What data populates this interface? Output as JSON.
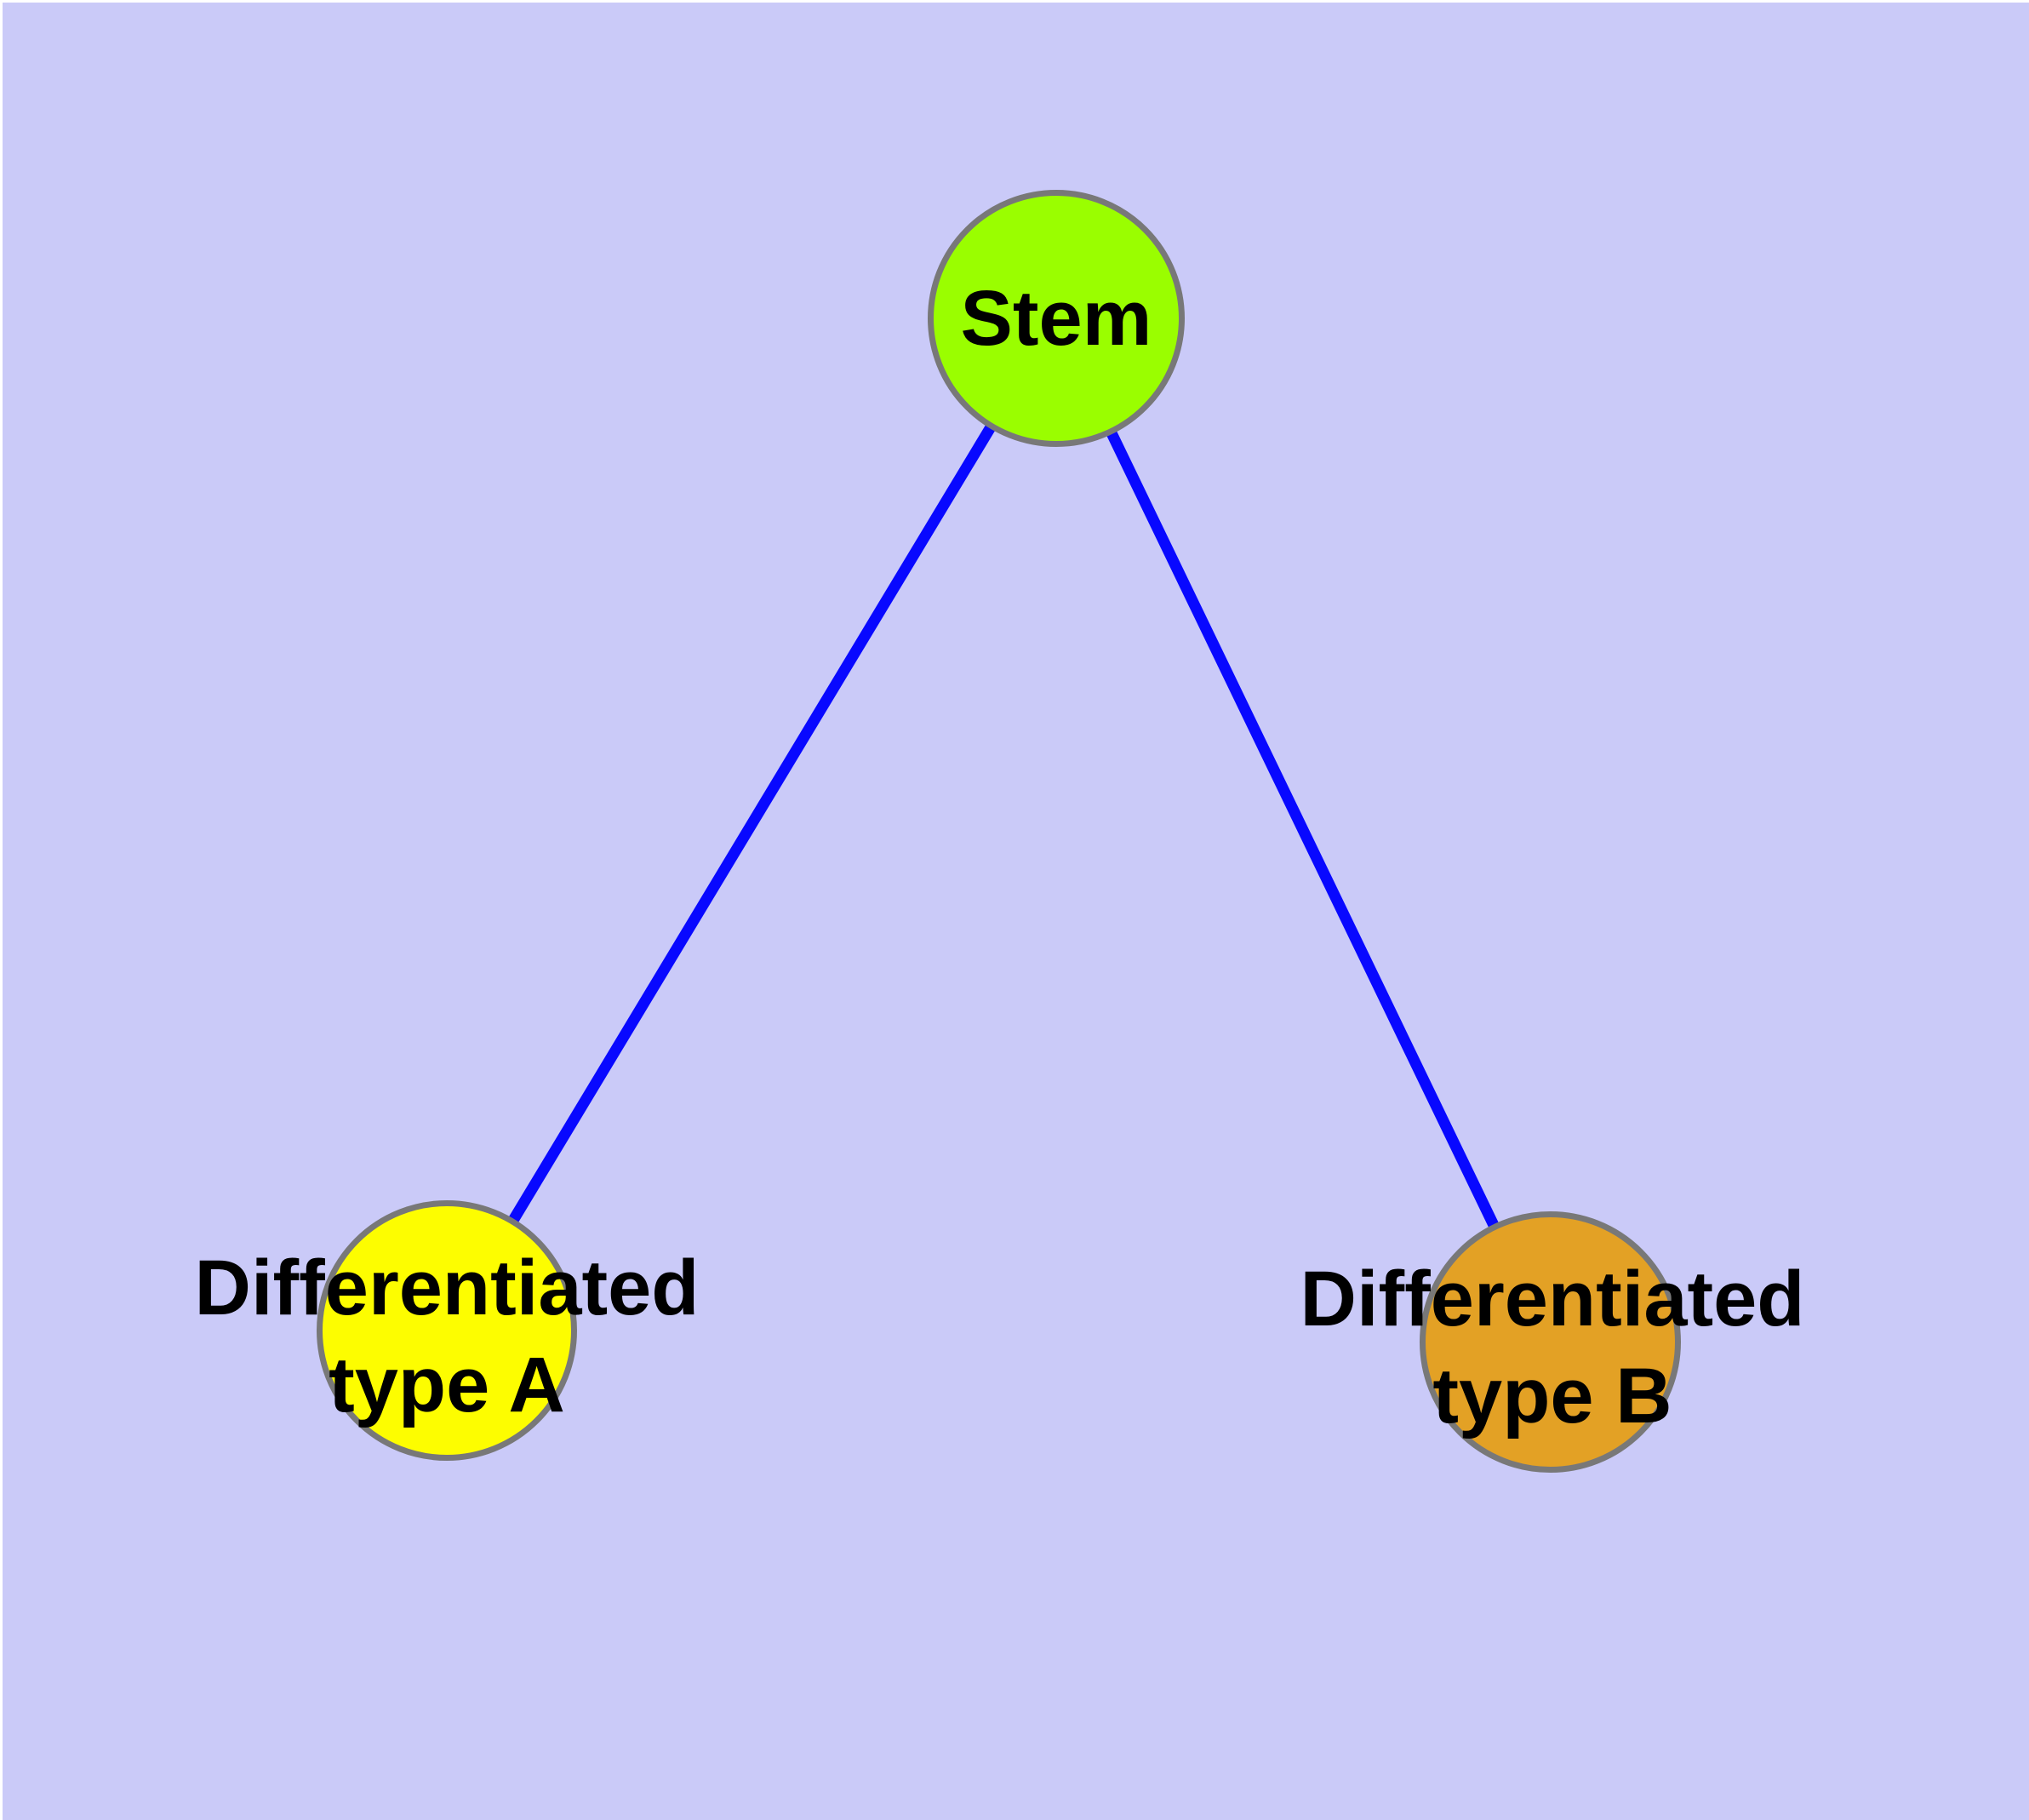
{
  "diagram": {
    "type": "node-link-graph",
    "description_visible_content_only": "Three circular nodes connected by two straight edges"
  },
  "colors": {
    "page_border": "#ffffff",
    "background": "#cacaf8",
    "edge": "#0808ff",
    "node_border": "#787878",
    "stem_fill": "#9afe00",
    "type_a_fill": "#fdfd00",
    "type_b_fill": "#e3a125",
    "label_text": "#000000"
  },
  "nodes": {
    "stem": {
      "label": "Stem"
    },
    "type_a": {
      "label_line1": "Differentiated",
      "label_line2": "type A"
    },
    "type_b": {
      "label_line1": "Differentiated",
      "label_line2": "type B"
    }
  },
  "edges": [
    {
      "from": "Stem",
      "to": "Differentiated type A"
    },
    {
      "from": "Stem",
      "to": "Differentiated type B"
    }
  ]
}
